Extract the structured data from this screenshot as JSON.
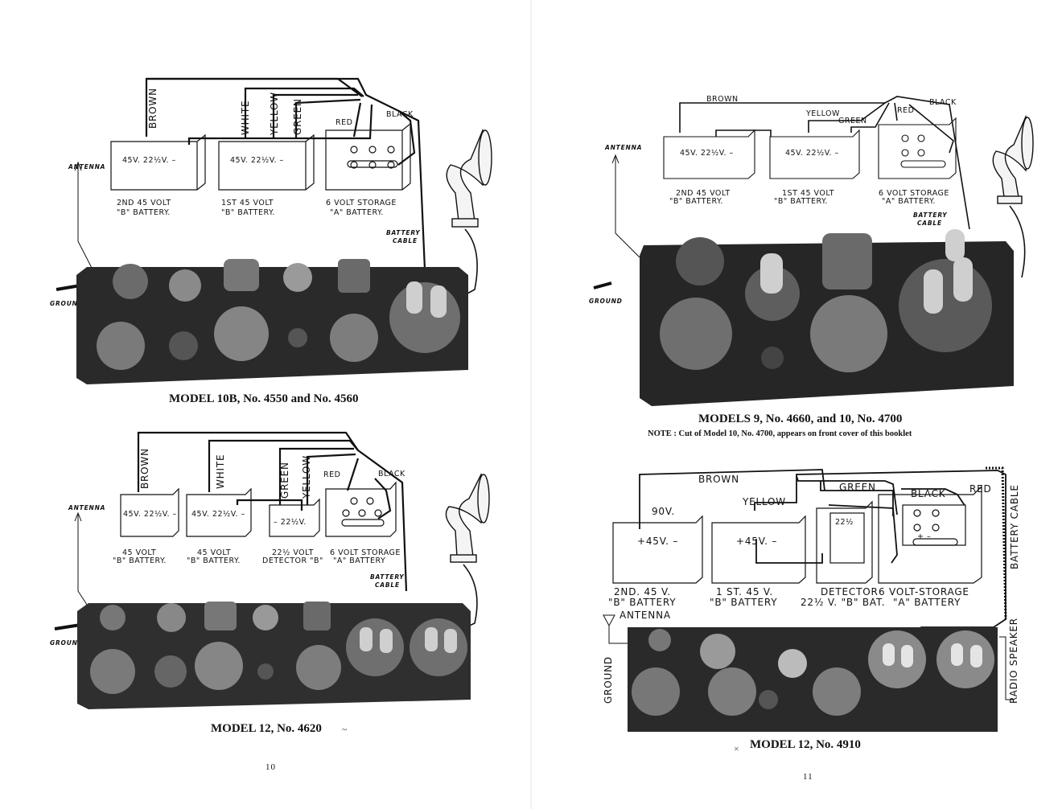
{
  "left_page": {
    "page_number": "10",
    "figure_top": {
      "caption": "MODEL 10B, No. 4550 and No. 4560",
      "wires": [
        "BROWN",
        "WHITE",
        "YELLOW",
        "GREEN",
        "RED",
        "BLACK"
      ],
      "batteries": [
        {
          "name_line1": "2ND 45 VOLT",
          "name_line2": "\"B\" BATTERY.",
          "terminals": "45V.  22½V.  –"
        },
        {
          "name_line1": "1ST 45 VOLT",
          "name_line2": "\"B\" BATTERY.",
          "terminals": "45V.  22½V.  –"
        },
        {
          "name_line1": "6 VOLT STORAGE",
          "name_line2": "\"A\" BATTERY.",
          "terminals": ""
        }
      ],
      "antenna_label": "ANTENNA",
      "ground_label": "GROUND",
      "cable_line1": "BATTERY",
      "cable_line2": "CABLE"
    },
    "figure_bottom": {
      "caption": "MODEL 12, No. 4620",
      "wires": [
        "BROWN",
        "WHITE",
        "GREEN",
        "YELLOW",
        "RED",
        "BLACK"
      ],
      "batteries": [
        {
          "name_line1": "45 VOLT",
          "name_line2": "\"B\" BATTERY.",
          "terminals": "45V.  22½V.  –"
        },
        {
          "name_line1": "45 VOLT",
          "name_line2": "\"B\" BATTERY.",
          "terminals": "45V.  22½V.  –"
        },
        {
          "name_line1": "22½ VOLT",
          "name_line2": "DETECTOR \"B\"",
          "terminals": "–  22½V."
        },
        {
          "name_line1": "6 VOLT STORAGE",
          "name_line2": "\"A\" BATTERY",
          "terminals": ""
        }
      ],
      "antenna_label": "ANTENNA",
      "ground_label": "GROUND",
      "cable_line1": "BATTERY",
      "cable_line2": "CABLE"
    }
  },
  "right_page": {
    "page_number": "11",
    "figure_top": {
      "caption": "MODELS 9, No. 4660, and 10, No. 4700",
      "note": "NOTE : Cut of Model 10, No. 4700, appears on front cover of this booklet",
      "wires": [
        "BROWN",
        "YELLOW",
        "GREEN",
        "RED",
        "BLACK"
      ],
      "batteries": [
        {
          "name_line1": "2ND 45 VOLT",
          "name_line2": "\"B\" BATTERY.",
          "terminals": "45V.  22½V.  –"
        },
        {
          "name_line1": "1ST 45 VOLT",
          "name_line2": "\"B\" BATTERY.",
          "terminals": "45V.  22½V.  –"
        },
        {
          "name_line1": "6 VOLT STORAGE",
          "name_line2": "\"A\" BATTERY.",
          "terminals": ""
        }
      ],
      "antenna_label": "ANTENNA",
      "ground_label": "GROUND",
      "cable_line1": "BATTERY",
      "cable_line2": "CABLE"
    },
    "figure_bottom": {
      "caption": "MODEL 12, No. 4910",
      "wires": [
        "BROWN",
        "YELLOW",
        "GREEN",
        "BLACK",
        "RED"
      ],
      "voltage_label": "90V.",
      "batteries": [
        {
          "name_line1": "2ND. 45 V.",
          "name_line2": "\"B\" BATTERY",
          "terminals": "+45V.  –"
        },
        {
          "name_line1": "1 ST. 45 V.",
          "name_line2": "\"B\" BATTERY",
          "terminals": "+45V.  –"
        },
        {
          "name_line1": "DETECTOR",
          "name_line2": "22½ V. \"B\" BAT.",
          "terminals": "22½"
        },
        {
          "name_line1": "6 VOLT-STORAGE",
          "name_line2": "\"A\" BATTERY",
          "terminals": "+  –"
        }
      ],
      "antenna_label": "ANTENNA",
      "ground_label": "GROUND",
      "cable_label": "BATTERY CABLE",
      "speaker_label": "RADIO SPEAKER"
    }
  }
}
